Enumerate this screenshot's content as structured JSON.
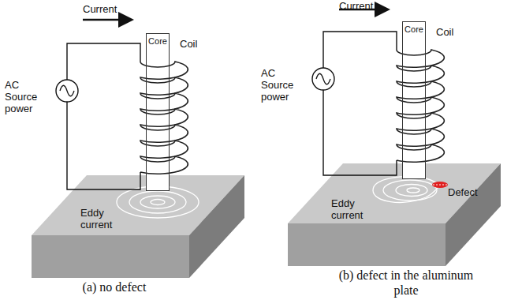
{
  "diagram": {
    "nodes": [
      {
        "text": [
          "Core"
        ]
      },
      {
        "text": [
          "Core"
        ]
      }
    ],
    "labels": [
      "Current",
      "Coil",
      "AC Source power",
      "Eddy current",
      "(a) no defect",
      "Current",
      "Coil",
      "AC Source power",
      "Eddy current",
      "Defect",
      "(b) defect in the aluminum plate"
    ]
  }
}
